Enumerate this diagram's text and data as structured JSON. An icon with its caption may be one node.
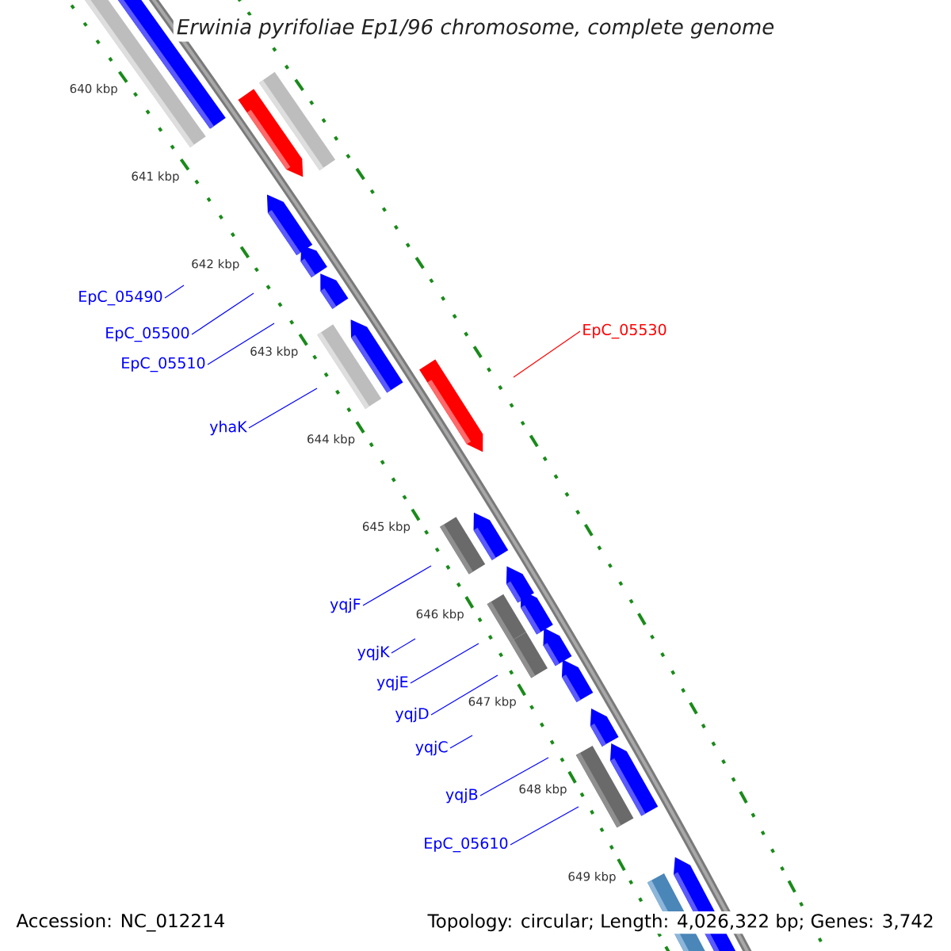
{
  "diagram": {
    "title": "Erwinia pyrifoliae Ep1/96 chromosome, complete genome",
    "nodes": [
      {
        "text": [
          "EpC_05490"
        ]
      },
      {
        "text": [
          "EpC_05530"
        ]
      },
      {
        "text": [
          "EpC_05500"
        ]
      },
      {
        "text": [
          "EpC_05510"
        ]
      },
      {
        "text": [
          "yhaK"
        ]
      },
      {
        "text": [
          "yqjF"
        ]
      },
      {
        "text": [
          "yqjK"
        ]
      },
      {
        "text": [
          "yqjE"
        ]
      },
      {
        "text": [
          "yqjD"
        ]
      },
      {
        "text": [
          "yqjC"
        ]
      },
      {
        "text": [
          "yqjB"
        ]
      },
      {
        "text": [
          "EpC_05610"
        ]
      }
    ],
    "edges": [
      {
        "from": 0,
        "to": null,
        "arrow": "none"
      },
      {
        "from": 1,
        "to": null,
        "arrow": "none",
        "color": "#ff0000"
      },
      {
        "from": 2,
        "to": null,
        "arrow": "none"
      },
      {
        "from": 3,
        "to": null,
        "arrow": "none"
      },
      {
        "from": 4,
        "to": null,
        "arrow": "none"
      },
      {
        "from": 5,
        "to": null,
        "arrow": "none"
      },
      {
        "from": 6,
        "to": null,
        "arrow": "none"
      },
      {
        "from": 7,
        "to": null,
        "arrow": "none"
      },
      {
        "from": 8,
        "to": null,
        "arrow": "none"
      },
      {
        "from": 9,
        "to": null,
        "arrow": "none"
      },
      {
        "from": 10,
        "to": null,
        "arrow": "none"
      },
      {
        "from": 11,
        "to": null,
        "arrow": "none"
      }
    ],
    "labels": [
      "640 kbp",
      "641 kbp",
      "642 kbp",
      "643 kbp",
      "644 kbp",
      "645 kbp",
      "646 kbp",
      "647 kbp",
      "648 kbp",
      "649 kbp",
      "Accession: NC_012214",
      "Topology: circular; Length: 4,026,322 bp; Genes: 3,742"
    ]
  }
}
